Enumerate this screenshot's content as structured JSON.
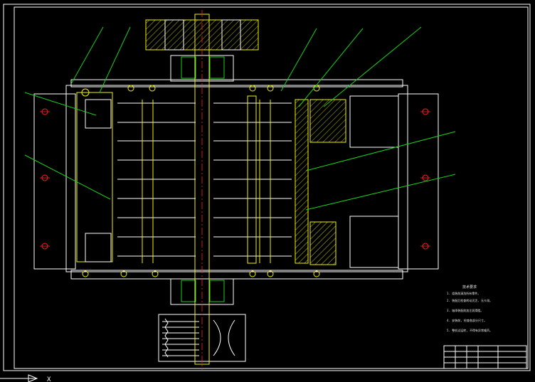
{
  "drawing": {
    "notes": {
      "title": "技术要求",
      "items": [
        "1. 组装前清洗所有零件。",
        "2. 装配后检查转动灵活, 无卡滞。",
        "3. 轴承装配前加注润滑脂。",
        "4. 安装前, 检查各部分尺寸。",
        "5. 整机试运转, 不得有异常噪声。"
      ]
    },
    "title_block": {
      "name": "",
      "sheet": ""
    },
    "ucs_axis_label": "X"
  }
}
